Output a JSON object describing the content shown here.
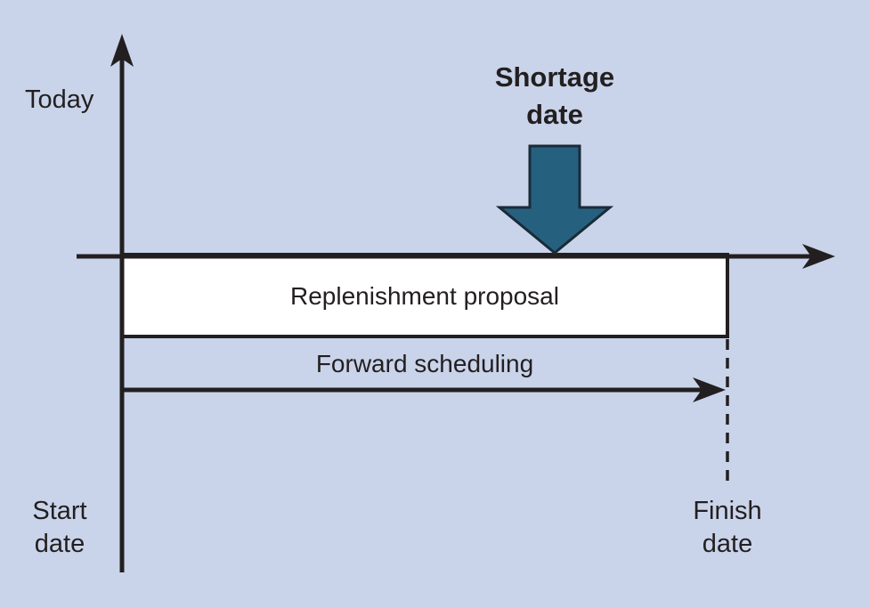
{
  "diagram": {
    "title_hint": "Forward scheduling of a replenishment proposal",
    "today_label": "Today",
    "shortage_label_line1": "Shortage",
    "shortage_label_line2": "date",
    "replenishment_label": "Replenishment proposal",
    "forward_label": "Forward scheduling",
    "start_label_line1": "Start",
    "start_label_line2": "date",
    "finish_label_line1": "Finish",
    "finish_label_line2": "date"
  },
  "icons": {
    "shortage_marker": "block-arrow-down-icon"
  },
  "colors": {
    "background": "#c9d4ea",
    "line": "#231f20",
    "text": "#231f20",
    "accent": "#26607f",
    "accent-outline": "#1a2b38",
    "box-fill": "#ffffff"
  }
}
